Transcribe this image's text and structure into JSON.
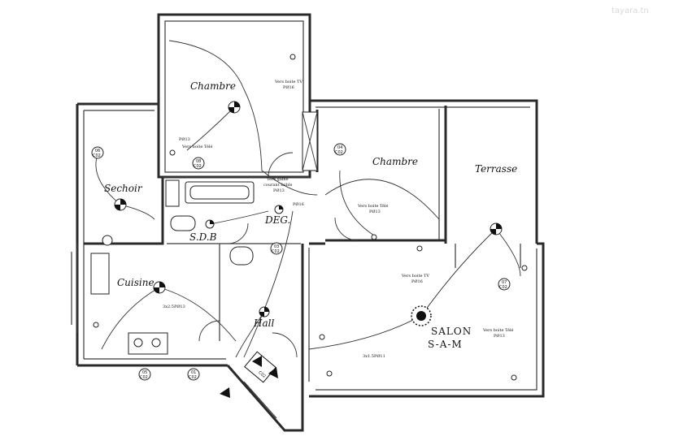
{
  "watermark": "tayara.tn",
  "rooms": {
    "chambre_1": "Chambre",
    "chambre_2": "Chambre",
    "terrasse": "Terrasse",
    "sechoir": "Sechoir",
    "sdb": "S.D.B",
    "deg": "DEG.",
    "cuisine": "Cuisine",
    "hall": "Hall",
    "salon_1": "SALON",
    "salon_2": "S-A-M"
  },
  "notes": {
    "vers_tv_1": "Vers boite TV",
    "pg16_1": "PØ16",
    "pg13_1": "PØ13",
    "vers_tele_1": "Vers boite Télé",
    "vers_gaine_1": "Vers gaine",
    "vers_gaine_2": "courant faible",
    "pg13_gaine": "PØ13",
    "pg16_2": "PØ16",
    "vers_tele_2": "Vers boite Télé",
    "pg13_2": "PØ13",
    "cable_cuisine": "3x2.5PØ13",
    "vers_tv_2": "Vers boite TV",
    "pg16_3": "PØ16",
    "cable_salon": "3x1.5PØ11",
    "vers_tele_3": "Vers boite Télé",
    "pg13_3": "PØ13"
  },
  "codes": {
    "c06": "06",
    "c06b": "C02",
    "c08": "08",
    "c08b": "C02",
    "c04": "04",
    "c04b": "C02",
    "c03": "03",
    "c03b": "C02",
    "c07": "07",
    "c07b": "C02",
    "c05": "05",
    "c05b": "C02",
    "c01": "01",
    "c01b": "C02",
    "door": "C02"
  }
}
